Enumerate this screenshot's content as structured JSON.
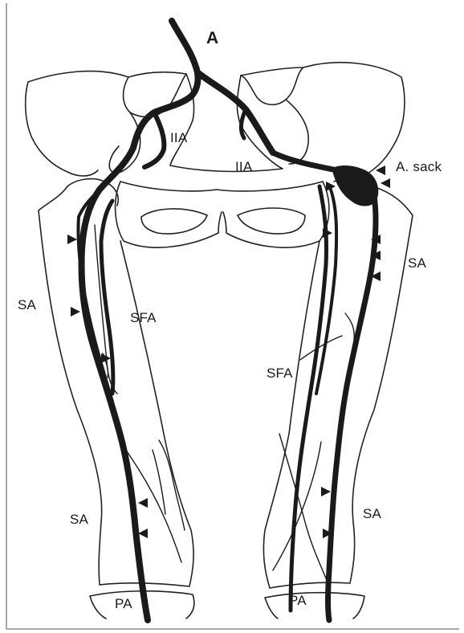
{
  "labels": {
    "aorta": "A",
    "iia_left": "IIA",
    "iia_right": "IIA",
    "aneurysm": "A. sack",
    "sa_left_upper": "SA",
    "sa_right_upper": "SA",
    "sfa_left": "SFA",
    "sfa_right": "SFA",
    "sa_left_lower": "SA",
    "sa_right_lower": "SA",
    "pa_left": "PA",
    "pa_right": "PA"
  },
  "colors": {
    "ink": "#1a1a1a",
    "background": "#ffffff"
  }
}
